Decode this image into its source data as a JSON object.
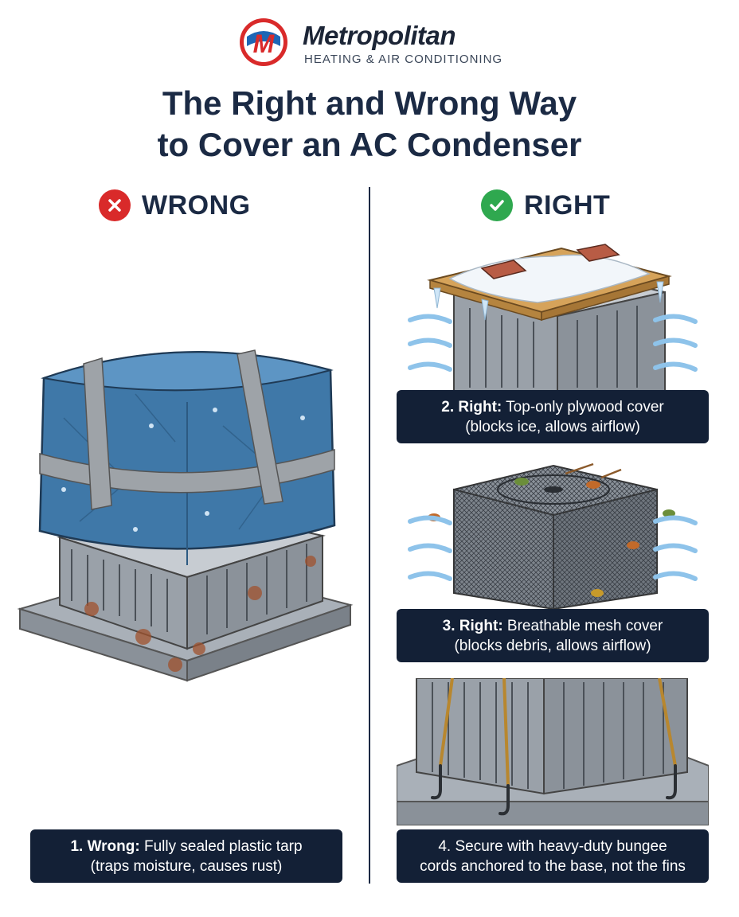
{
  "brand": {
    "name": "Metropolitan",
    "tagline": "HEATING & AIR CONDITIONING",
    "logo_letter": "M",
    "colors": {
      "red": "#d92a2a",
      "blue": "#1e66b5",
      "navy": "#132036"
    }
  },
  "title": {
    "line1": "The Right and Wrong Way",
    "line2": "to Cover an AC Condenser"
  },
  "columns": {
    "wrong": {
      "label": "WRONG",
      "icon": "x-circle-icon",
      "color": "#d92a2a"
    },
    "right": {
      "label": "RIGHT",
      "icon": "check-circle-icon",
      "color": "#2fa84f"
    }
  },
  "captions": [
    {
      "lead": "1. Wrong:",
      "line1_rest": " Fully sealed plastic tarp",
      "line2": "(traps moisture, causes rust)"
    },
    {
      "lead": "2. Right:",
      "line1_rest": " Top-only plywood cover",
      "line2": "(blocks ice, allows airflow)"
    },
    {
      "lead": "3. Right:",
      "line1_rest": " Breathable mesh cover",
      "line2": "(blocks debris, allows airflow)"
    },
    {
      "lead": "",
      "line1_rest": "4. Secure with heavy-duty bungee",
      "line2": "cords anchored to the base, not the fins"
    }
  ]
}
